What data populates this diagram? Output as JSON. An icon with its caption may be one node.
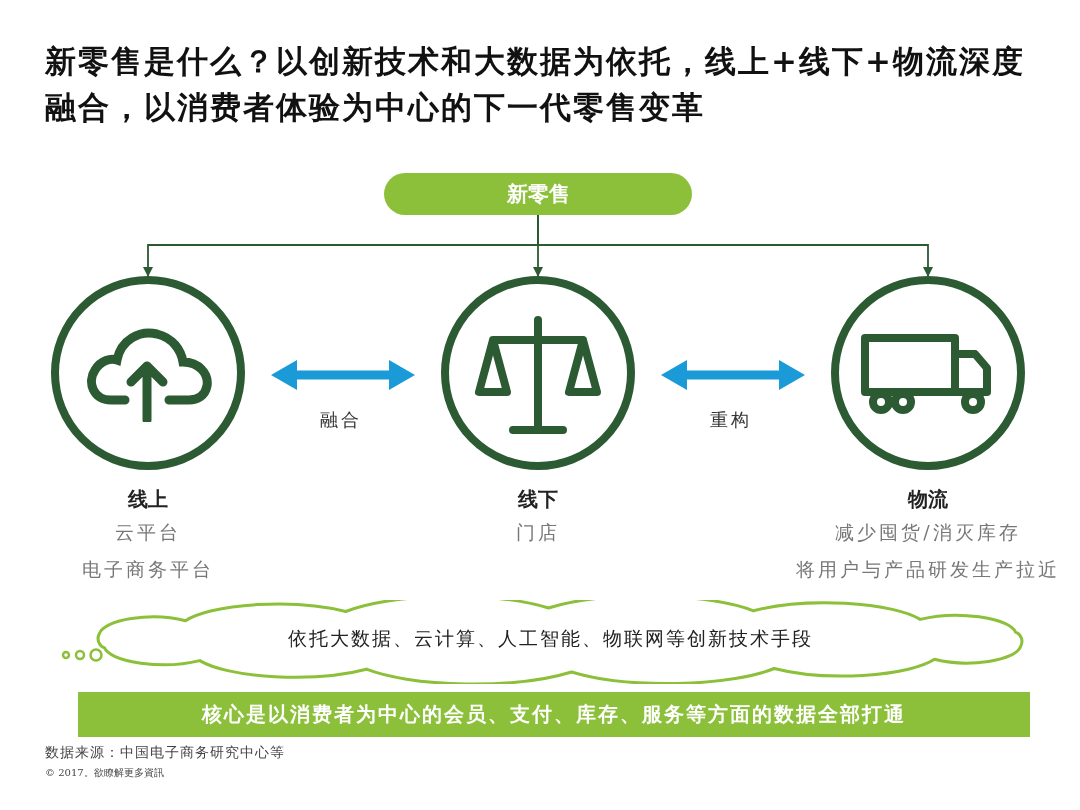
{
  "diagram": {
    "title": "新零售是什么？以创新技术和大数据为依托，线上+线下+物流深度融合，以消费者体验为中心的下一代零售变革",
    "nodes": [
      {
        "text": [
          "新零售"
        ]
      },
      {
        "text": [
          "线上",
          "云平台",
          "电子商务平台"
        ]
      },
      {
        "text": [
          "线下",
          "门店"
        ]
      },
      {
        "text": [
          "物流",
          "减少囤货/消灭库存",
          "将用户与产品研发生产拉近"
        ]
      },
      {
        "text": [
          "依托大数据、云计算、人工智能、物联网等创新技术手段"
        ]
      },
      {
        "text": [
          "核心是以消费者为中心的会员、支付、库存、服务等方面的数据全部打通"
        ]
      }
    ],
    "edges": [
      {
        "from": 0,
        "to": 1,
        "arrow": "to"
      },
      {
        "from": 0,
        "to": 2,
        "arrow": "to"
      },
      {
        "from": 0,
        "to": 3,
        "arrow": "to"
      },
      {
        "from": 1,
        "to": 2,
        "arrow": "both",
        "label": "融合",
        "style": "thick",
        "color": "#1a9ad6"
      },
      {
        "from": 2,
        "to": 3,
        "arrow": "both",
        "label": "重构",
        "style": "thick",
        "color": "#1a9ad6"
      }
    ],
    "labels": [
      "数据来源：中国电子商务研究中心等",
      "© 2017。欲瞭解更多資訊"
    ]
  }
}
